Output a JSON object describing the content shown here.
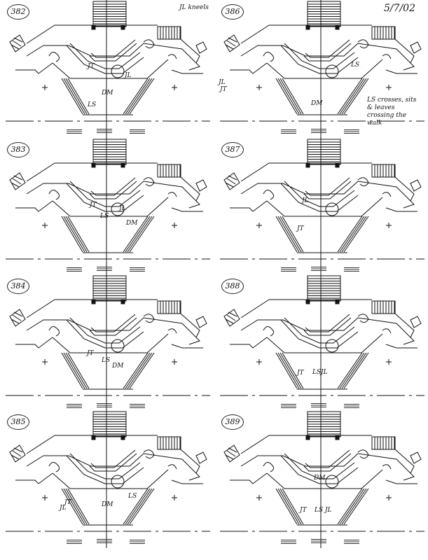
{
  "header": {
    "note": "JL kneels",
    "date": "5/7/02"
  },
  "panels": [
    {
      "number": "382",
      "labels": [
        "JT",
        "JL",
        "DM",
        "LS"
      ]
    },
    {
      "number": "386",
      "labels": [
        "JL",
        "JT",
        "DM",
        "LS"
      ],
      "note": "LS crosses, sits & leaves crossing the walk"
    },
    {
      "number": "383",
      "labels": [
        "JT",
        "JL",
        "LS",
        "DM"
      ]
    },
    {
      "number": "387",
      "labels": [
        "JL",
        "JT"
      ]
    },
    {
      "number": "384",
      "labels": [
        "JT",
        "LS",
        "DM"
      ]
    },
    {
      "number": "388",
      "labels": [
        "JT",
        "LS",
        "JL"
      ]
    },
    {
      "number": "385",
      "labels": [
        "JL",
        "JT",
        "LS",
        "DM"
      ]
    },
    {
      "number": "389",
      "labels": [
        "DM",
        "JT",
        "LS",
        "JL"
      ]
    }
  ]
}
